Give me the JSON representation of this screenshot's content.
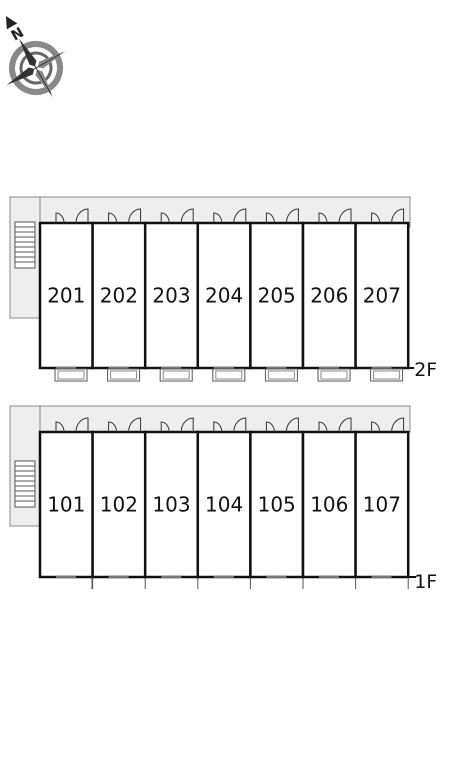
{
  "compass": {
    "letter": "N",
    "icon": "compass-rose-icon"
  },
  "floors": [
    {
      "label": "2F",
      "units": [
        "201",
        "202",
        "203",
        "204",
        "205",
        "206",
        "207"
      ],
      "stair_icon": "staircase-icon",
      "balcony": true
    },
    {
      "label": "1F",
      "units": [
        "101",
        "102",
        "103",
        "104",
        "105",
        "106",
        "107"
      ],
      "stair_icon": "staircase-icon",
      "balcony": false
    }
  ],
  "colors": {
    "walkway": "#eeeeee",
    "wall": "#111111",
    "outline": "#888888"
  }
}
